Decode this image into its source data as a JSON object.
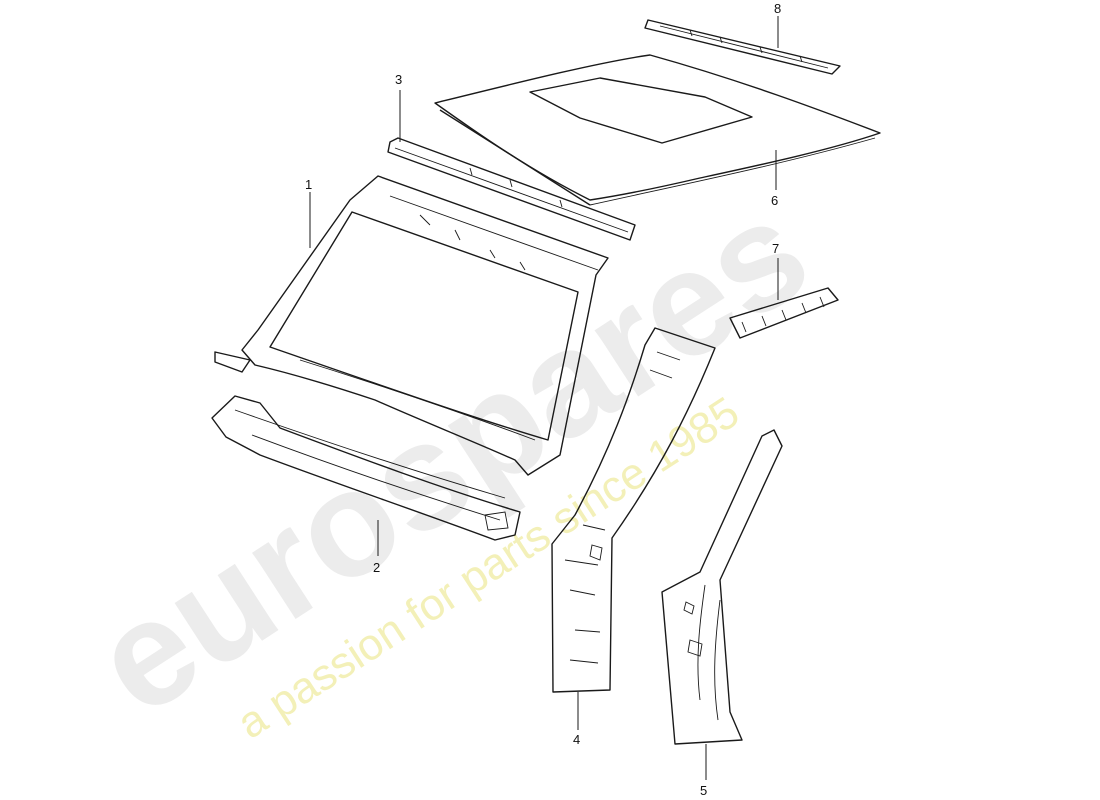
{
  "watermark": {
    "logo_text": "eurospares",
    "tagline": "a passion for parts since 1985",
    "logo_color": "#ececec",
    "tagline_color": "#f3f0b8"
  },
  "callouts": [
    {
      "label": "1",
      "part": "windshield-frame"
    },
    {
      "label": "2",
      "part": "cowl-panel"
    },
    {
      "label": "3",
      "part": "front-roof-rail"
    },
    {
      "label": "4",
      "part": "a-pillar"
    },
    {
      "label": "5",
      "part": "b-pillar"
    },
    {
      "label": "6",
      "part": "roof-panel-with-sunroof-opening"
    },
    {
      "label": "7",
      "part": "roof-bracket"
    },
    {
      "label": "8",
      "part": "rear-roof-rail"
    }
  ]
}
